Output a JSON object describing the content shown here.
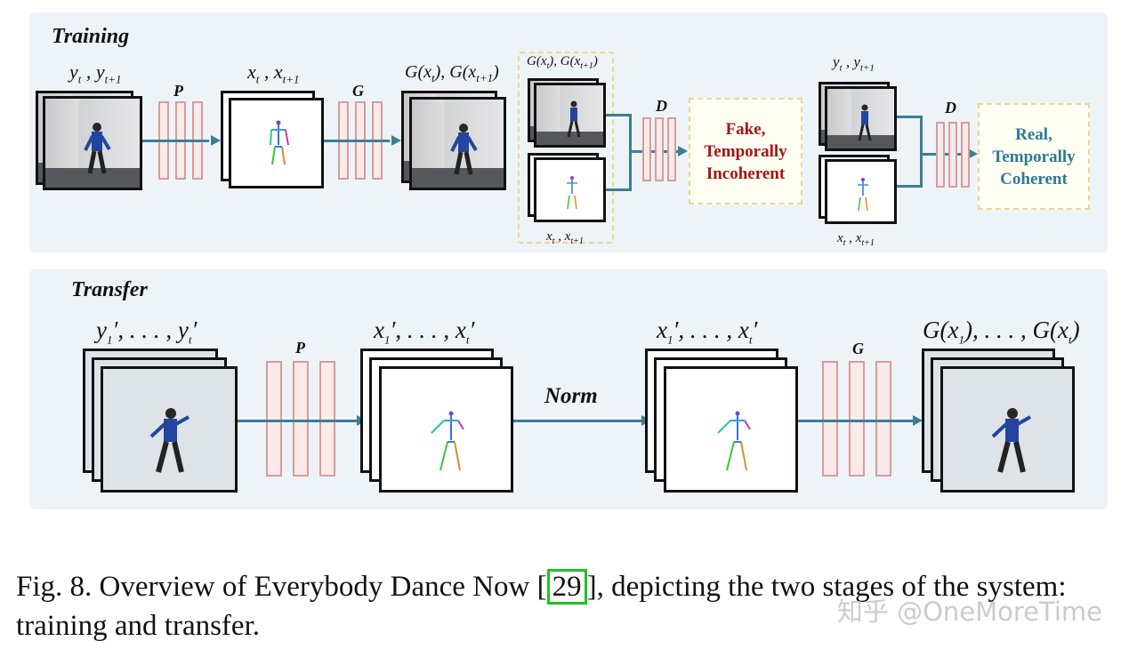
{
  "training": {
    "title": "Training",
    "input_label": "y_t , y_t+1",
    "pose_module": "P",
    "pose_label": "x_t , x_t+1",
    "generator_module": "G",
    "generated_label": "G(x_t), G(x_t+1)",
    "fake_pair_top_label": "G(x_t), G(x_t+1)",
    "fake_pair_bottom_label": "x_t , x_t+1",
    "discriminator_label_1": "D",
    "fake_result": [
      "Fake,",
      "Temporally",
      "Incoherent"
    ],
    "real_pair_top_label": "y_t , y_t+1",
    "real_pair_bottom_label": "x_t , x_t+1",
    "discriminator_label_2": "D",
    "real_result": [
      "Real,",
      "Temporally",
      "Coherent"
    ],
    "colors": {
      "fake": "#a31515",
      "real": "#2e7a94"
    }
  },
  "transfer": {
    "title": "Transfer",
    "input_label": "y'1, . . . , y't",
    "pose_module": "P",
    "pose_label": "x'1, . . . , x't",
    "norm_label": "Norm",
    "norm_pose_label": "x'1, . . . , x't",
    "generator_module": "G",
    "output_label": "G(x1), . . . , G(xt)"
  },
  "caption": {
    "prefix": "Fig. 8.  Overview of Everybody Dance Now [",
    "cite": "29",
    "suffix": "], depicting the two stages of the system: training and transfer."
  },
  "watermark": "知乎 @OneMoreTime"
}
